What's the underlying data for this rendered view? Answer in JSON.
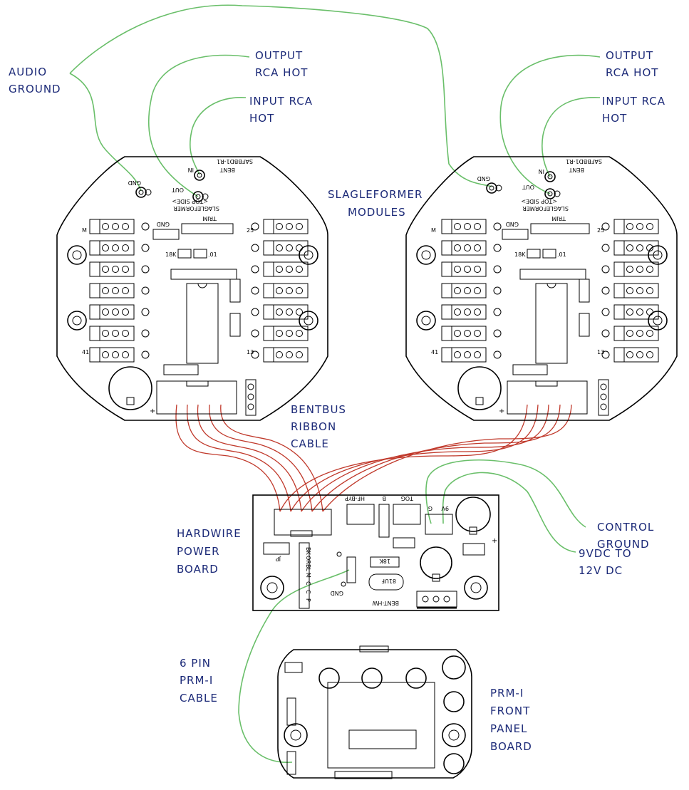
{
  "labels": {
    "audio_ground": [
      "AUDIO",
      "GROUND"
    ],
    "output_left": [
      "OUTPUT",
      "RCA HOT"
    ],
    "input_left": [
      "INPUT RCA",
      "HOT"
    ],
    "output_right": [
      "OUTPUT",
      "RCA HOT"
    ],
    "input_right": [
      "INPUT RCA",
      "HOT"
    ],
    "modules": [
      "SLAGLEFORMER",
      "MODULES"
    ],
    "ribbon": [
      "BENTBUS",
      "RIBBON",
      "CABLE"
    ],
    "hardwire": [
      "HARDWIRE",
      "POWER",
      "BOARD"
    ],
    "control_ground": [
      "CONTROL",
      "GROUND"
    ],
    "supply": [
      "9VDC TO",
      "12V DC"
    ],
    "prm_cable": [
      "6 PIN",
      "PRM-I",
      "CABLE"
    ],
    "front_panel": [
      "PRM-I",
      "FRONT",
      "PANEL",
      "BOARD"
    ]
  },
  "module_text": {
    "gnd": "GND",
    "out": "OUT",
    "in": "IN",
    "trim": "TRIM",
    "part_code": "SAFBBD1-R1",
    "bent": "BENT",
    "title": "SLAGLEFORMER",
    "side": "<TOP SIDE>",
    "gnd_small": "GND",
    "r_18k": "18K",
    "r_01": ".01",
    "pin_25": "25",
    "pin_13": "13",
    "pin_41": "41",
    "pin_m": "M",
    "plus": "+"
  },
  "power_text": {
    "hf_byp": "HF-BYP",
    "b": "B",
    "tog": "TOG",
    "g": "G",
    "nine_v": "9V",
    "eighteen_k": "18K",
    "plus": "+",
    "bent_hw": "BENT-HW",
    "gnd": "GND",
    "cap": "81UF",
    "pin_letters": [
      "BK",
      "OR",
      "BL",
      "M",
      "C",
      "C",
      "P"
    ],
    "jp": "JP"
  },
  "colors": {
    "wire_green": "#6abf6a",
    "ribbon_red": "#c0392b",
    "label_blue": "#1c2a78",
    "outline": "#000000"
  }
}
